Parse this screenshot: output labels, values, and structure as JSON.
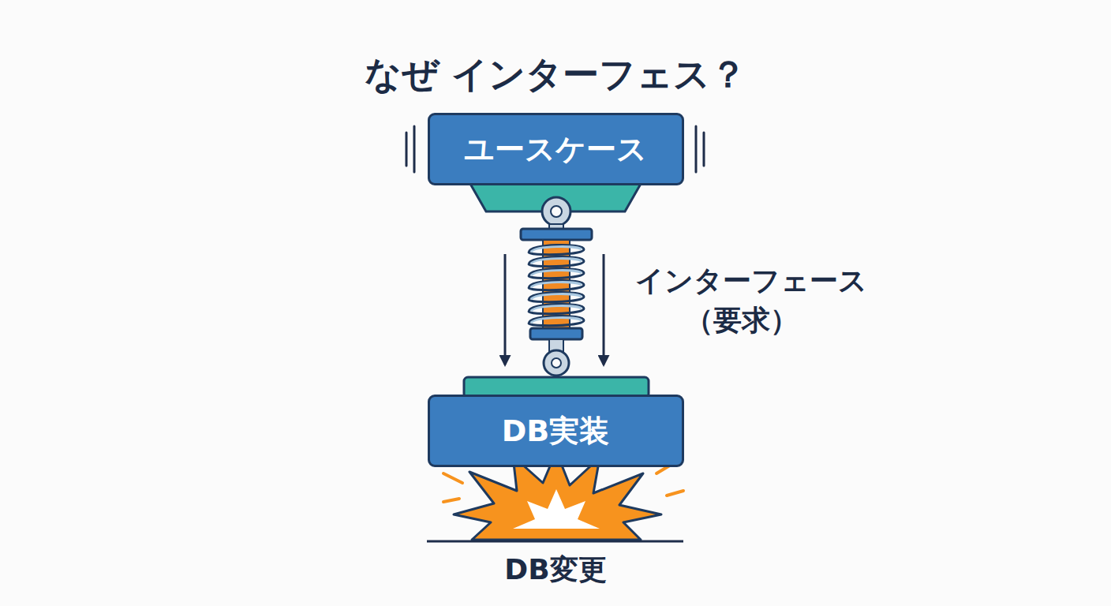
{
  "diagram": {
    "title": "なぜ インターフェス？",
    "nodes": [
      {
        "text": [
          "ユースケース"
        ]
      },
      {
        "text": [
          "DB実装"
        ]
      }
    ],
    "labels": [
      "インターフェース",
      "（要求）",
      "DB変更"
    ]
  }
}
